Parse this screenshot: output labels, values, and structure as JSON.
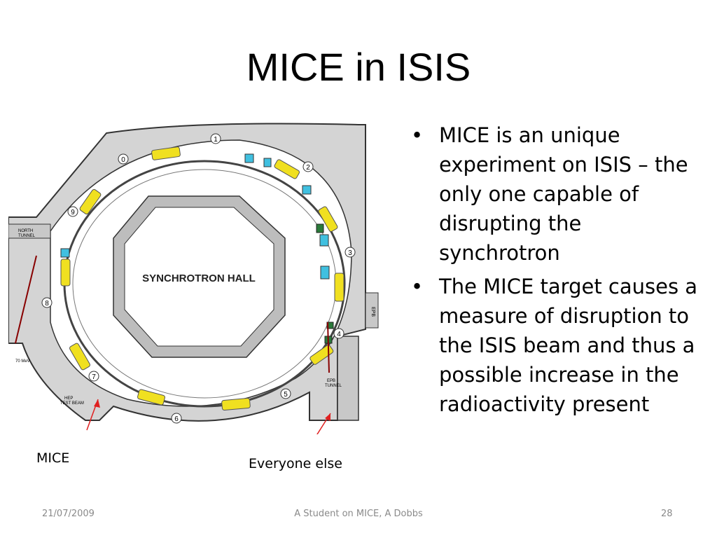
{
  "slide": {
    "title": "MICE in ISIS",
    "bullets": [
      "MICE is an unique experiment on ISIS – the only one capable of disrupting the synchrotron",
      "The MICE target causes a measure of disruption to the ISIS beam and thus a possible increase in the radioactivity present"
    ]
  },
  "diagram": {
    "hall_label": "SYNCHROTRON HALL",
    "north_tunnel_label": [
      "NORTH",
      "TUNNEL"
    ],
    "mev_label": "70 MeV",
    "hep_label": [
      "HEP",
      "TEST BEAM"
    ],
    "epb_label": [
      "EPB",
      "TUNNEL"
    ],
    "side_label": "EPB",
    "super_periods": [
      "1",
      "2",
      "3",
      "4",
      "5",
      "6",
      "7",
      "8",
      "9",
      "0"
    ],
    "mice_callout": "MICE",
    "everyone_callout": "Everyone else"
  },
  "footer": {
    "date": "21/07/2009",
    "center": "A Student on MICE, A Dobbs",
    "page": "28"
  },
  "colors": {
    "magnet_yellow": "#f0e020",
    "wall_gray": "#c8c8c8",
    "arrow_red": "#e02020"
  }
}
